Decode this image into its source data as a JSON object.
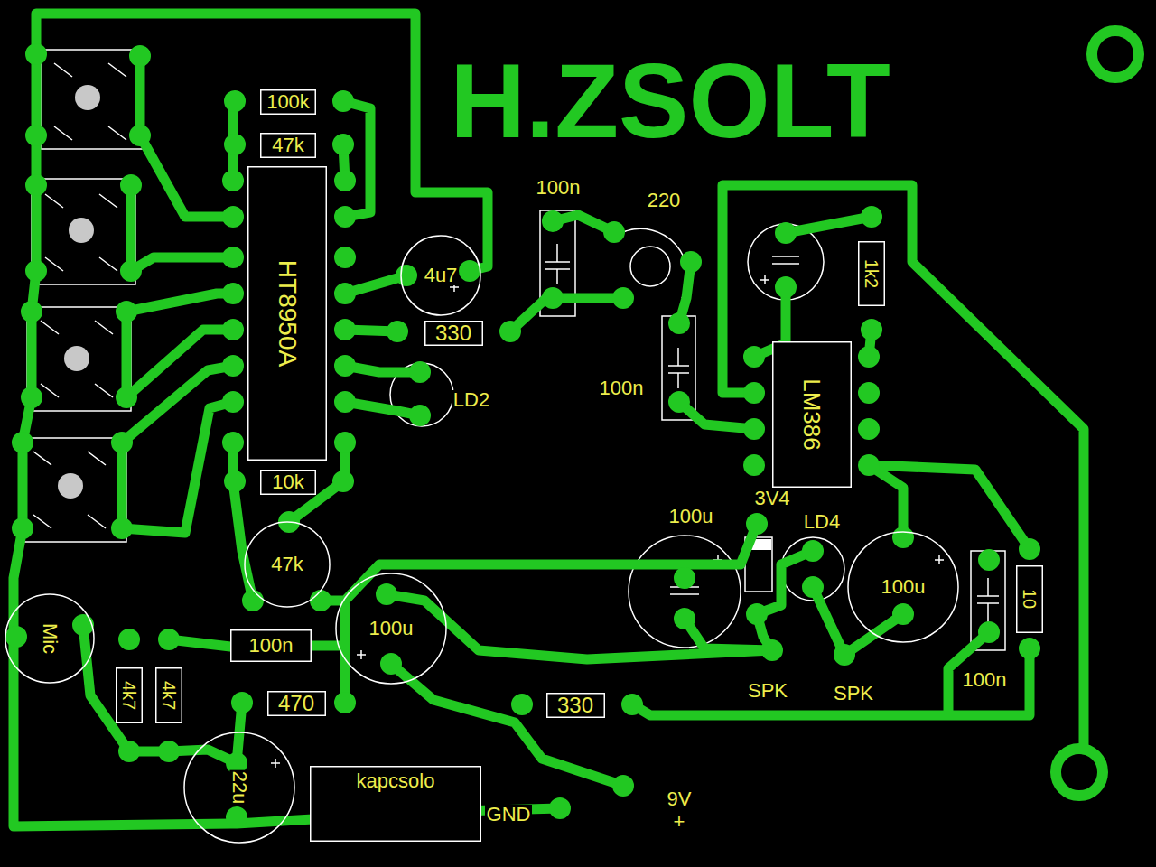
{
  "diagram": {
    "nodes": [
      {
        "text": [
          "100k"
        ]
      },
      {
        "text": [
          "47k"
        ]
      },
      {
        "text": [
          "HT8950A"
        ]
      },
      {
        "text": [
          "4u7"
        ]
      },
      {
        "text": [
          "330"
        ]
      },
      {
        "text": [
          "LM386"
        ]
      },
      {
        "text": [
          "1k2"
        ]
      },
      {
        "text": [
          "10k"
        ]
      },
      {
        "text": [
          "47k"
        ]
      },
      {
        "text": [
          "Mic"
        ]
      },
      {
        "text": [
          "100n"
        ]
      },
      {
        "text": [
          "4k7"
        ]
      },
      {
        "text": [
          "4k7"
        ]
      },
      {
        "text": [
          "470"
        ]
      },
      {
        "text": [
          "100u"
        ]
      },
      {
        "text": [
          "22u"
        ]
      },
      {
        "text": [
          "kapcsolo"
        ]
      },
      {
        "text": [
          "330"
        ]
      },
      {
        "text": [
          "100u"
        ]
      },
      {
        "text": [
          "10"
        ]
      }
    ],
    "labels": [
      "H.ZSOLT",
      "100n",
      "220",
      "100n",
      "3V4",
      "100u",
      "LD4",
      "LD2",
      "SPK",
      "SPK",
      "100n",
      "GND",
      "9V",
      "+"
    ]
  }
}
